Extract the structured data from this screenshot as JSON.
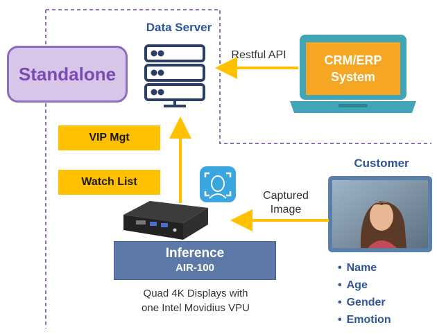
{
  "labels": {
    "standalone": "Standalone",
    "data_server": "Data Server",
    "restful_api": "Restful API",
    "crm_system": "CRM/ERP\nSystem",
    "vip_mgt": "VIP Mgt",
    "watch_list": "Watch List",
    "customer": "Customer",
    "captured_image": "Captured\nImage",
    "inference_title": "Inference",
    "inference_model": "AIR-100",
    "inference_desc": "Quad 4K Displays with\none Intel Movidius VPU"
  },
  "customer_attributes": [
    "Name",
    "Age",
    "Gender",
    "Emotion"
  ],
  "colors": {
    "standalone_fill": "#d7c6e8",
    "standalone_border": "#8e6bbf",
    "dashed_boundary": "#8e6bbf",
    "heading_blue": "#2f5597",
    "tag_yellow": "#ffc000",
    "arrow_yellow": "#ffc000",
    "laptop_teal": "#41a5b8",
    "crm_screen_orange": "#f5a623",
    "inference_fill": "#5d79a8",
    "server_navy": "#2c3e66",
    "face_icon_blue": "#3aa6e0"
  },
  "icons": {
    "server": "server-rack-icon",
    "laptop": "laptop-icon",
    "face_scan": "face-scan-icon",
    "device": "edge-device-icon",
    "customer_photo": "customer-photo-icon"
  }
}
